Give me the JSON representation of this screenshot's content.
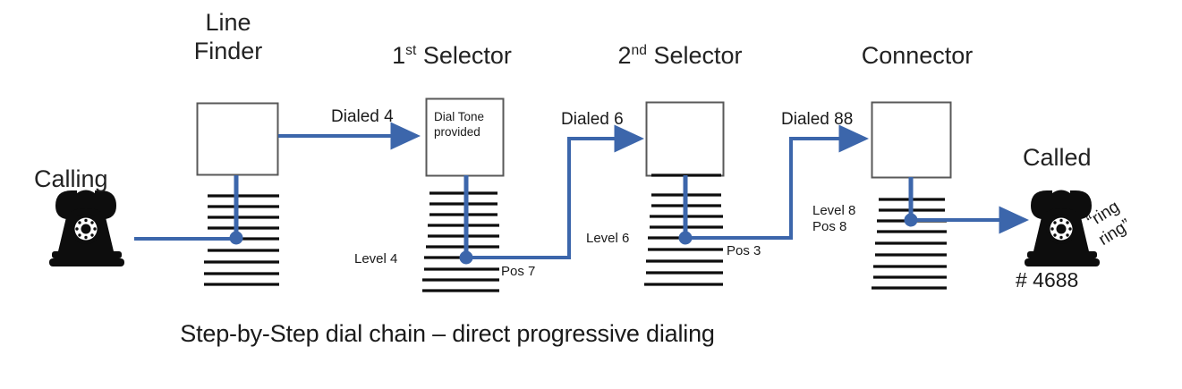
{
  "diagram": {
    "caption": "Step-by-Step dial chain – direct progressive dialing",
    "accent_color": "#3c66ab",
    "line_color": "#0d0d0d",
    "box_border_color": "#595959",
    "stages": [
      {
        "id": "line-finder",
        "heading_main": "Line",
        "heading_sub": "Finder",
        "heading_sup": "",
        "box_text_line1": "",
        "box_text_line2": "",
        "bank_lines": 9,
        "node_line_index": 5,
        "level_label": "",
        "pos_label": ""
      },
      {
        "id": "first-selector",
        "heading_main": "1",
        "heading_sup": "st",
        "heading_sub": "Selector",
        "box_text_line1": "Dial Tone",
        "box_text_line2": "provided",
        "bank_lines": 10,
        "node_line_index": 7,
        "level_label": "Level 4",
        "pos_label": "Pos 7"
      },
      {
        "id": "second-selector",
        "heading_main": "2",
        "heading_sup": "nd",
        "heading_sub": "Selector",
        "box_text_line1": "",
        "box_text_line2": "",
        "bank_lines": 10,
        "node_line_index": 5,
        "level_label": "Level 6",
        "pos_label": "Pos 3"
      },
      {
        "id": "connector",
        "heading_main": "Connector",
        "heading_sup": "",
        "heading_sub": "",
        "box_text_line1": "",
        "box_text_line2": "",
        "bank_lines": 10,
        "node_line_index": 3,
        "level_label": "Level 8",
        "pos_label": "Pos 8"
      }
    ],
    "edges": [
      {
        "id": "dialed-4",
        "label": "Dialed 4"
      },
      {
        "id": "dialed-6",
        "label": "Dialed 6"
      },
      {
        "id": "dialed-88",
        "label": "Dialed 88"
      }
    ],
    "endpoints": {
      "calling": {
        "caption": "Calling",
        "icon": "rotary-telephone-icon"
      },
      "called": {
        "caption": "Called",
        "number": "# 4688",
        "ring_line1": "“ring",
        "ring_line2": "ring”",
        "icon": "rotary-telephone-icon"
      }
    }
  }
}
